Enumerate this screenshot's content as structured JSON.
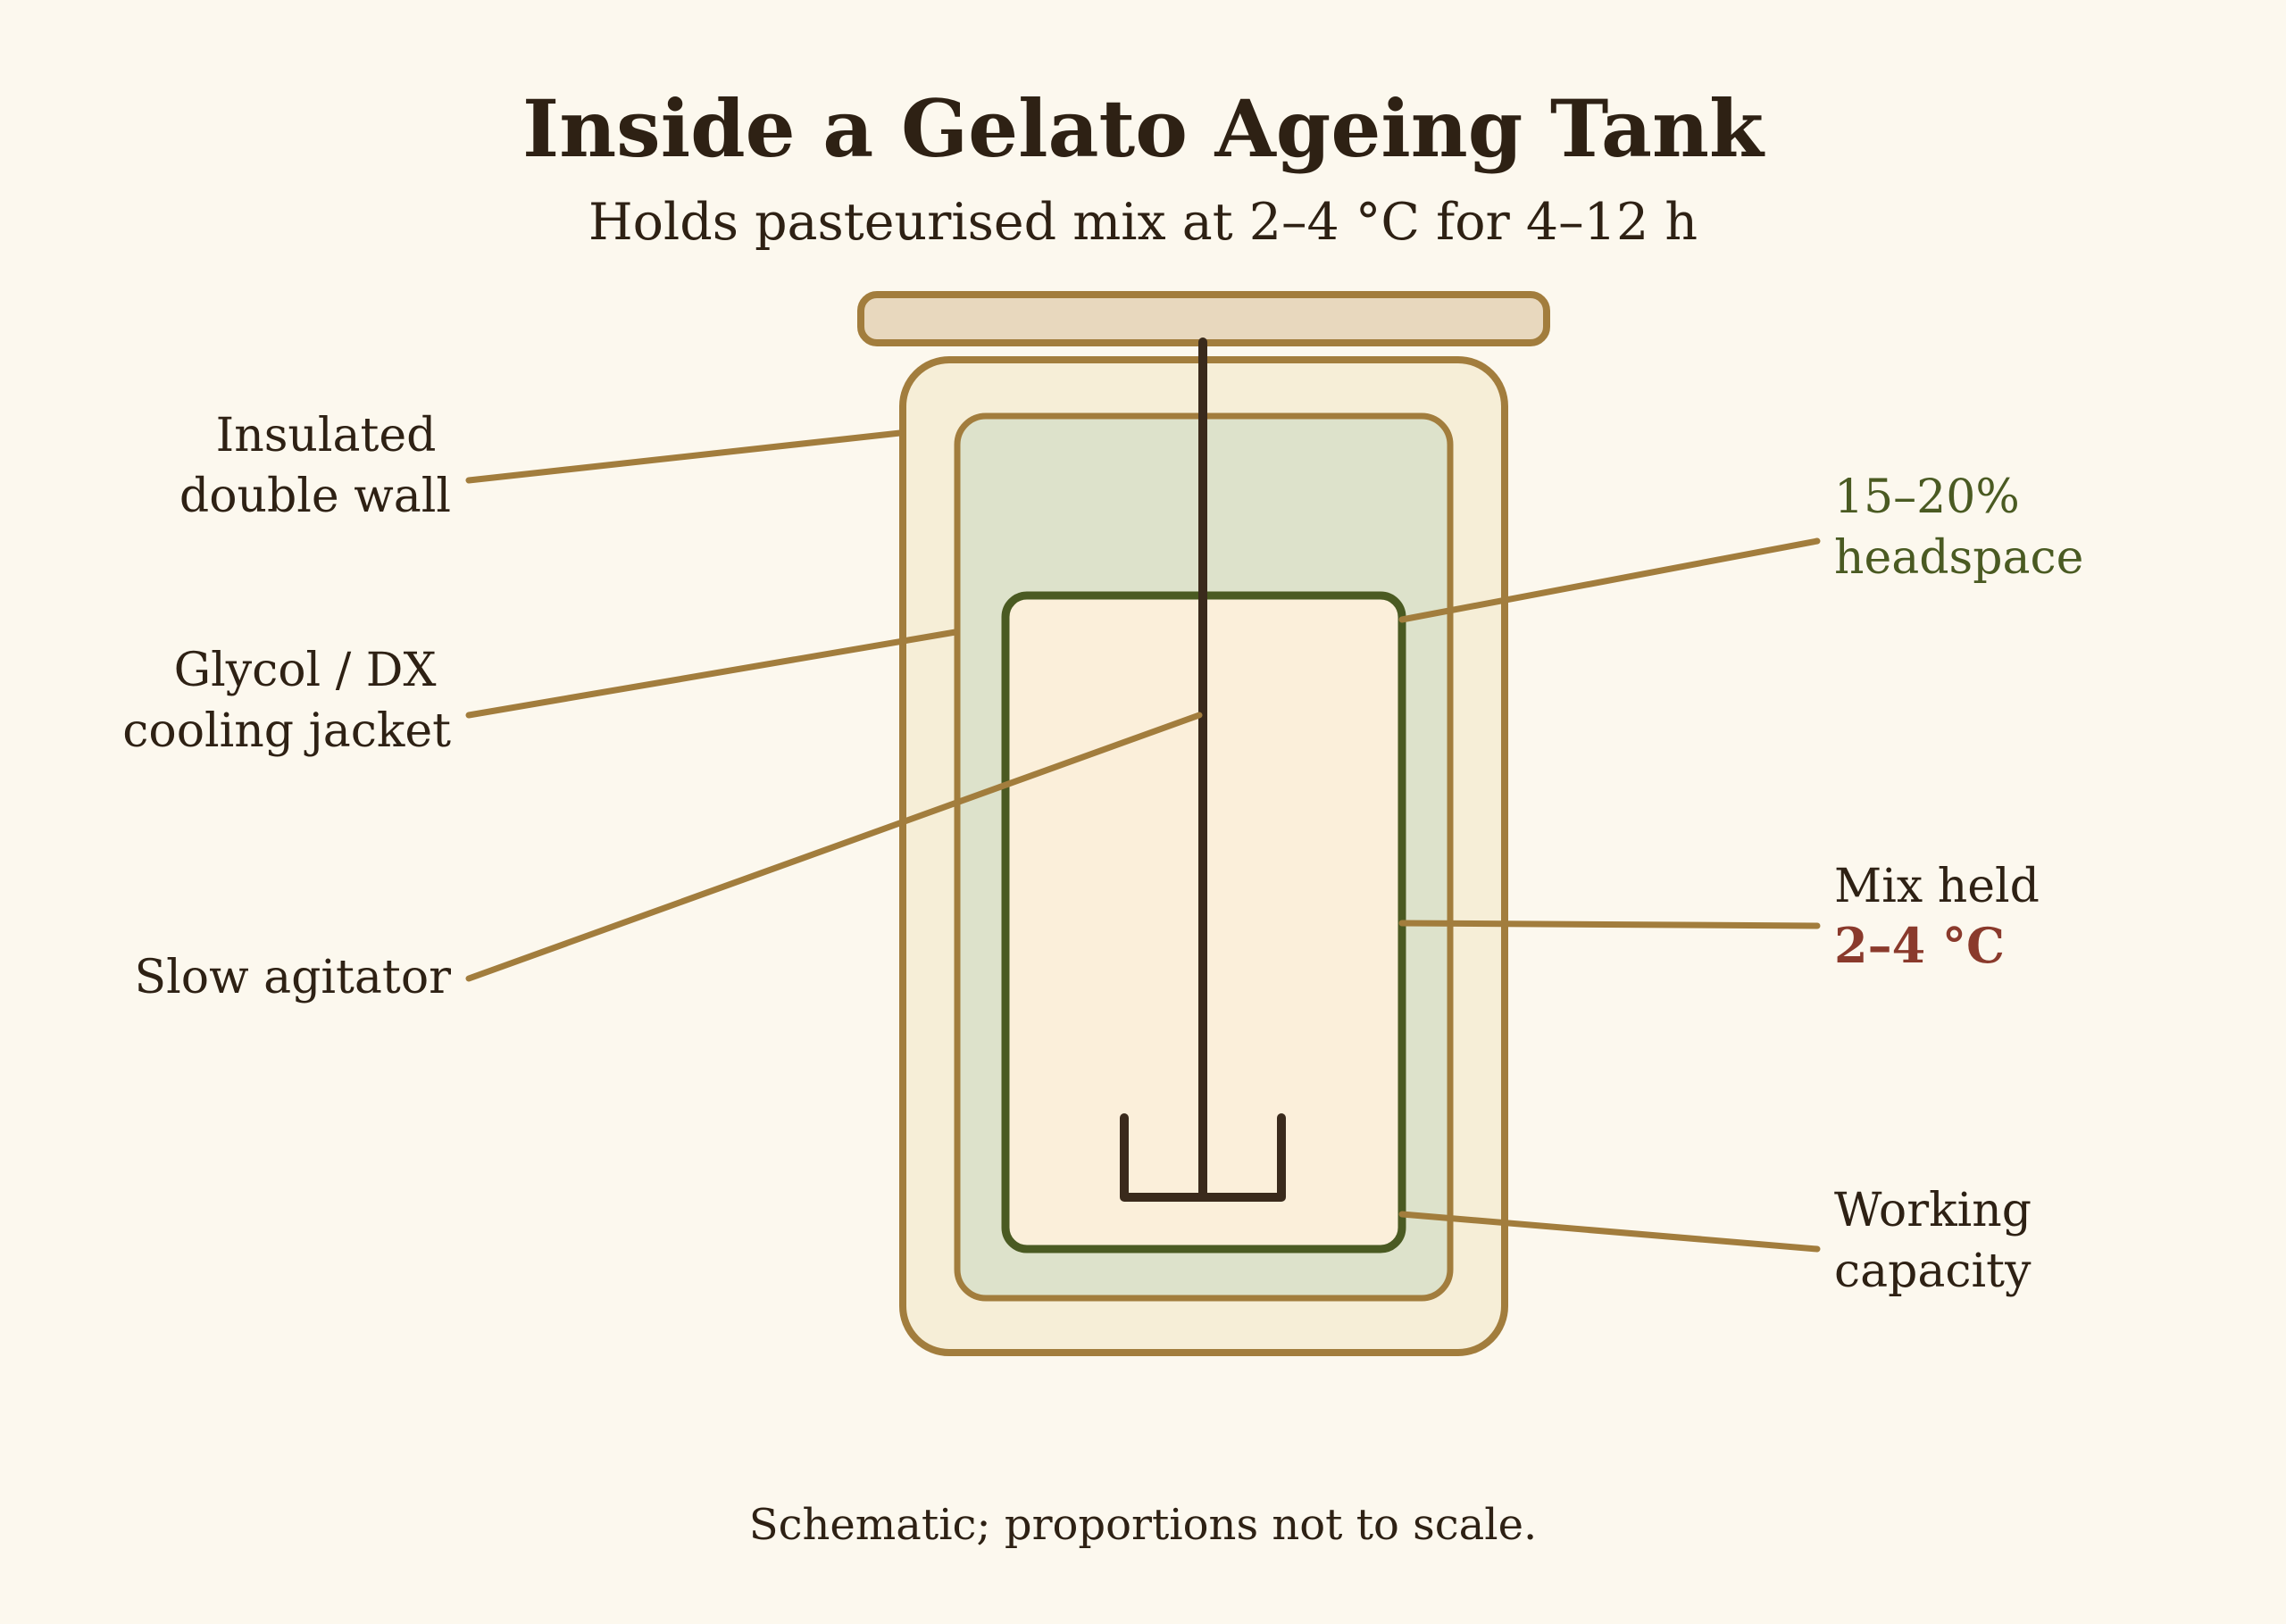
{
  "header": {
    "title": "Inside a Gelato Ageing Tank",
    "subtitle": "Holds pasteurised mix at 2–4 °C for 4–12 h"
  },
  "labels": {
    "insulated_wall": [
      "Insulated",
      "double wall"
    ],
    "cooling_jacket": [
      "Glycol / DX",
      "cooling jacket"
    ],
    "agitator": "Slow agitator",
    "headspace": [
      "15–20%",
      "headspace"
    ],
    "mix_held": "Mix held",
    "mix_temp": "2–4 °C",
    "working_capacity": [
      "Working",
      "capacity"
    ]
  },
  "footer": {
    "note": "Schematic; proportions not to scale."
  },
  "colors": {
    "background": "#fcf8ee",
    "outline_brown": "#a27d3d",
    "inner_green": "#4a5a22",
    "jacket_fill": "#dde2cb",
    "mix_fill": "#fbefda",
    "wall_fill": "#f6eed7",
    "lid_fill": "#e8d8be",
    "shaft": "#3a2a1c",
    "temp_red": "#8a3a2c"
  }
}
